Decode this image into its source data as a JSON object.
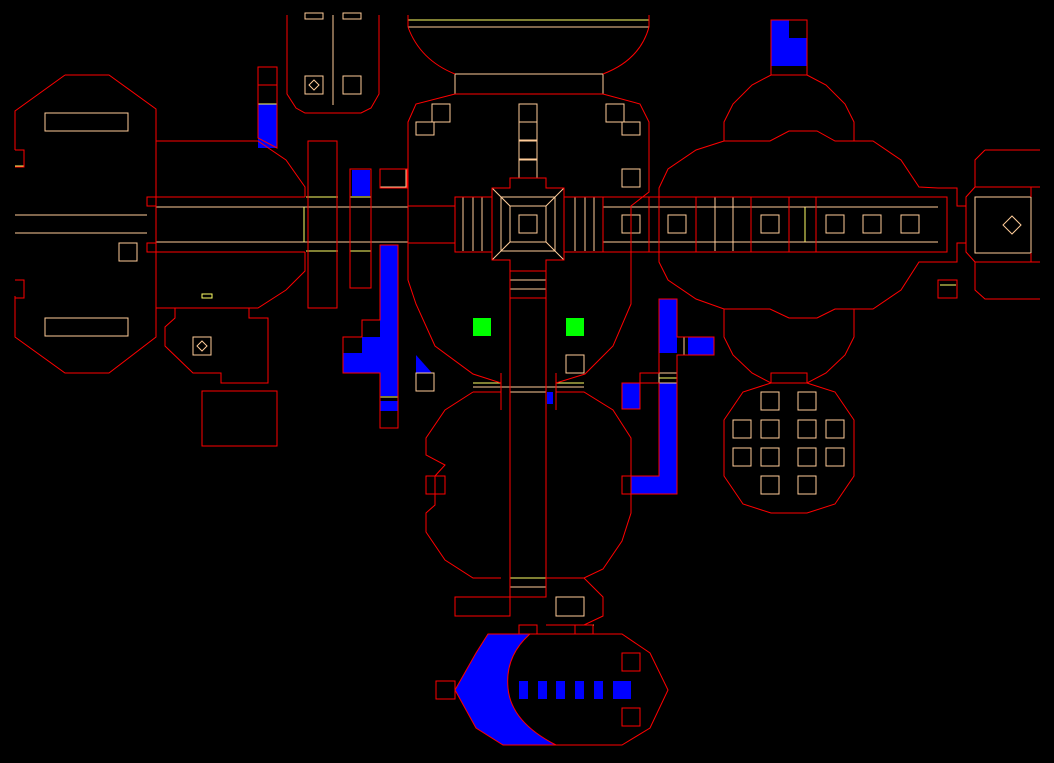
{
  "view": "automap",
  "background_color": "#000000",
  "colors": {
    "solid_wall": "#ff0000",
    "two_sided_line": "#ffcc99",
    "floor_step": "#ffff66",
    "liquid_sector": "#0000ff",
    "player_marker": "#00ff00"
  },
  "map_contents": {
    "player_markers": 2,
    "teleport_pads": 3
  }
}
